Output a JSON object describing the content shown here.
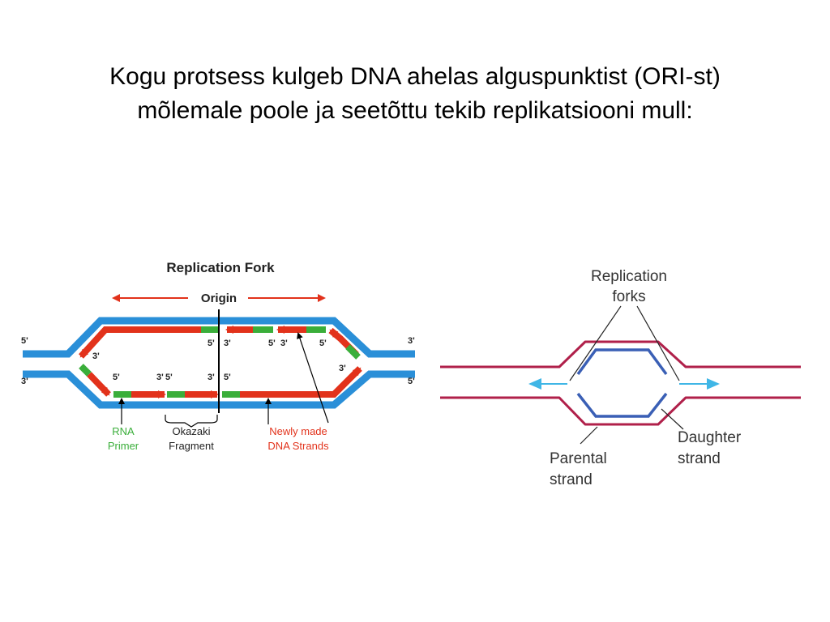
{
  "slide": {
    "title_line1": "Kogu protsess kulgeb DNA ahelas alguspunktist (ORI-st)",
    "title_line2": "mõlemale poole ja seetõttu tekib replikatsiooni mull:"
  },
  "fork_diagram": {
    "title": "Replication Fork",
    "origin": "Origin",
    "end_5_top_left": "5'",
    "end_3_bottom_left": "3'",
    "end_3_top_right": "3'",
    "end_5_bottom_right": "5'",
    "inner_3_left": "3'",
    "top_5_a": "5'",
    "top_3_a": "3'",
    "top_5_b": "5'",
    "top_3_b": "3'",
    "top_5_c": "5'",
    "inner_3_right": "3'",
    "bot_5_a": "5'",
    "bot_3_a": "3'",
    "bot_5_b": "5'",
    "bot_3_b": "3'",
    "bot_5_c": "5'",
    "rna_primer_1": "RNA",
    "rna_primer_2": "Primer",
    "okazaki_1": "Okazaki",
    "okazaki_2": "Fragment",
    "new_strands_1": "Newly made",
    "new_strands_2": "DNA Strands",
    "colors": {
      "parental": "#2a8fd8",
      "new": "#e2321b",
      "primer": "#3aae3a",
      "primer_text": "#3aae3a",
      "new_text": "#e2321b"
    }
  },
  "bubble_diagram": {
    "forks_1": "Replication",
    "forks_2": "forks",
    "daughter_1": "Daughter",
    "daughter_2": "strand",
    "parental_1": "Parental",
    "parental_2": "strand",
    "colors": {
      "parental": "#b0204a",
      "daughter": "#3a5fb5",
      "arrow": "#3fb6e6"
    }
  }
}
